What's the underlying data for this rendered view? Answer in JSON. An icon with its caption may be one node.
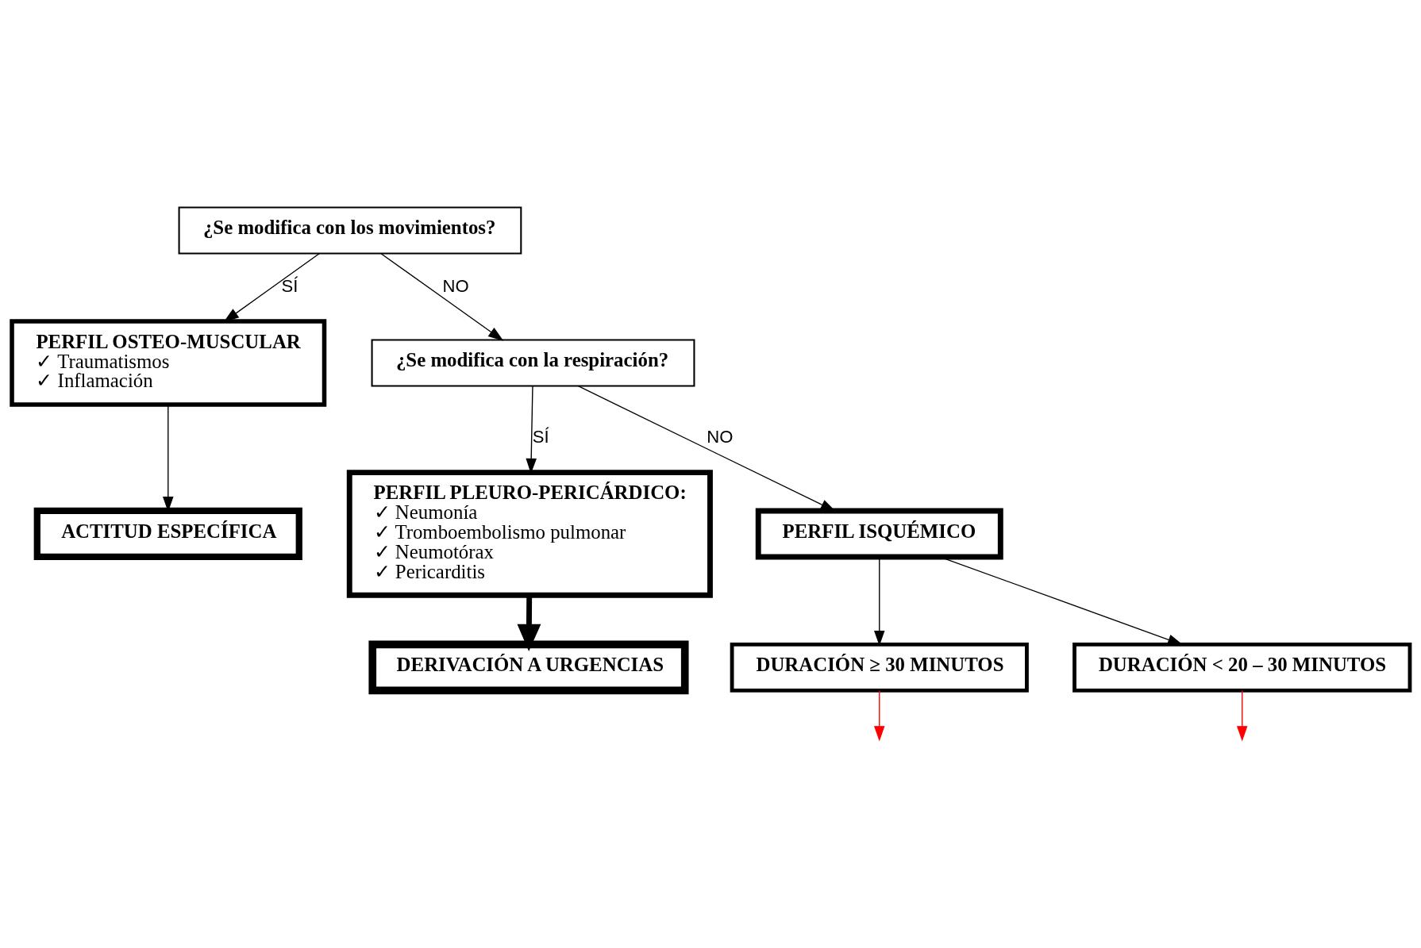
{
  "diagram": {
    "nodes": [
      {
        "text": [
          "¿Se modifica con los movimientos?"
        ]
      },
      {
        "text": [
          "PERFIL OSTEO-MUSCULAR",
          "✓ Traumatismos",
          "✓ Inflamación"
        ]
      },
      {
        "text": [
          "ACTITUD ESPECÍFICA"
        ]
      },
      {
        "text": [
          "¿Se modifica con la respiración?"
        ]
      },
      {
        "text": [
          "PERFIL PLEURO-PERICÁRDICO:",
          "✓ Neumonía",
          "✓ Tromboembolismo pulmonar",
          "✓ Neumotórax",
          "✓ Pericarditis"
        ]
      },
      {
        "text": [
          "PERFIL ISQUÉMICO"
        ]
      },
      {
        "text": [
          "DERIVACIÓN A URGENCIAS"
        ]
      },
      {
        "text": [
          "DURACIÓN ≥ 30 MINUTOS"
        ]
      },
      {
        "text": [
          "DURACIÓN < 20 – 30 MINUTOS"
        ]
      }
    ],
    "edges": [
      {
        "from": 0,
        "to": 1,
        "arrow": "to",
        "label": "SÍ"
      },
      {
        "from": 0,
        "to": 3,
        "arrow": "to",
        "label": "NO"
      },
      {
        "from": 1,
        "to": 2,
        "arrow": "to"
      },
      {
        "from": 3,
        "to": 4,
        "arrow": "to",
        "label": "SÍ"
      },
      {
        "from": 3,
        "to": 5,
        "arrow": "to",
        "label": "NO"
      },
      {
        "from": 4,
        "to": 6,
        "arrow": "to",
        "style": "thick"
      },
      {
        "from": 5,
        "to": 7,
        "arrow": "to"
      },
      {
        "from": 5,
        "to": 8,
        "arrow": "to"
      },
      {
        "from": 7,
        "to": null,
        "arrow": "to",
        "color": "#ff0000"
      },
      {
        "from": 8,
        "to": null,
        "arrow": "to",
        "color": "#ff0000"
      }
    ]
  }
}
